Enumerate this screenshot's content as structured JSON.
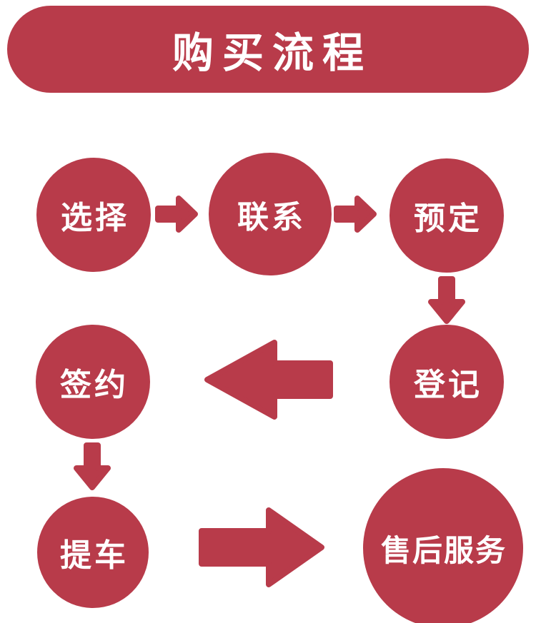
{
  "title": "购买流程",
  "theme": {
    "primary_color": "#B83B4A",
    "label_color": "#FFFFFF",
    "background_color": "#FFFFFF"
  },
  "steps": [
    {
      "id": "select",
      "label": "选择"
    },
    {
      "id": "contact",
      "label": "联系"
    },
    {
      "id": "reserve",
      "label": "预定"
    },
    {
      "id": "register",
      "label": "登记"
    },
    {
      "id": "sign",
      "label": "签约"
    },
    {
      "id": "pickup",
      "label": "提车"
    },
    {
      "id": "after_sales",
      "label": "售后服务"
    }
  ],
  "flow_order": [
    "选择",
    "联系",
    "预定",
    "登记",
    "签约",
    "提车",
    "售后服务"
  ],
  "icons": {
    "arrow_right_small": "block-arrow-right",
    "arrow_down_small": "block-arrow-down",
    "arrow_left_large": "block-arrow-left",
    "arrow_right_large": "block-arrow-right"
  }
}
